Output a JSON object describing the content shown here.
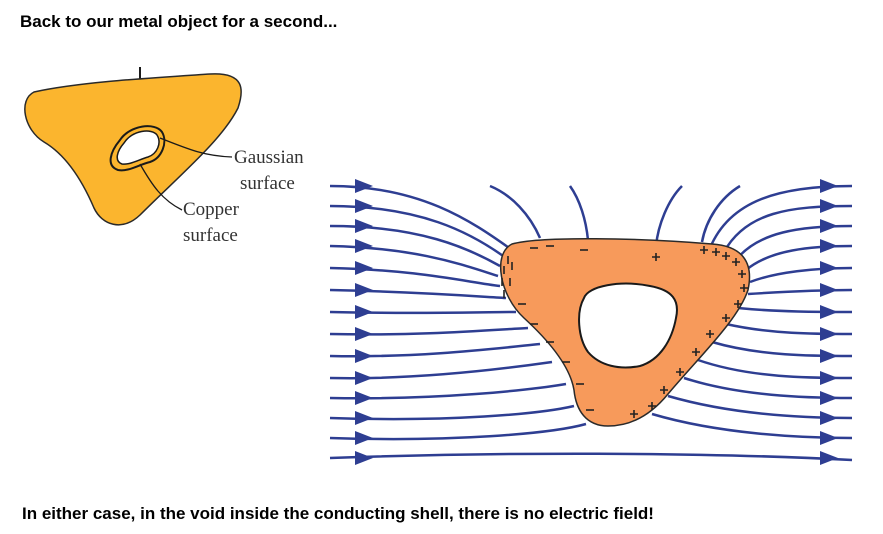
{
  "slide": {
    "heading": "Back to our metal object for a second...",
    "conclusion": "In either case, in the void inside the conducting shell, there is no electric field!"
  },
  "left_figure": {
    "label_gaussian_line1": "Gaussian",
    "label_gaussian_line2": "surface",
    "label_copper_line1": "Copper",
    "label_copper_line2": "surface",
    "metal_color": "#FBB52E",
    "outline_color": "#1a1a1a"
  },
  "right_figure": {
    "conductor_color": "#F79A5B",
    "field_line_color": "#2E3E92",
    "negative_sign": "–",
    "positive_sign": "+"
  }
}
